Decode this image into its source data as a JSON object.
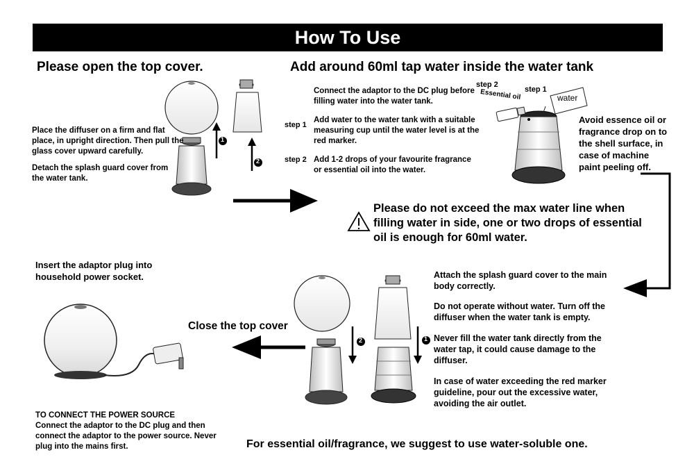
{
  "title": "How To Use",
  "step_open": {
    "heading": "Please open the top cover.",
    "text1": "Place the diffuser on a firm and flat place, in upright direction. Then pull the glass cover upward carefully.",
    "text2": "Detach the splash guard cover from the water tank."
  },
  "step_fill": {
    "heading": "Add around 60ml tap water inside the water tank",
    "intro": "Connect the adaptor to the DC plug before filling water into the water tank.",
    "step1_label": "step 1",
    "step1_text": "Add water to the water tank with a suitable measuring cup until the water level is at the red marker.",
    "step2_label": "step 2",
    "step2_text": "Add 1-2 drops of your favourite fragrance or essential oil into the water.",
    "diagram_step1": "step 1",
    "diagram_step2": "step 2",
    "essential_oil": "Essential oil",
    "water": "water",
    "avoid": "Avoid essence oil or fragrance drop on to the shell surface, in case of machine paint peeling off."
  },
  "warning": "Please do not exceed the max water line when filling water in side, one or two drops of essential oil is enough for 60ml water.",
  "step_close": {
    "label": "Close the top cover",
    "notes": [
      "Attach the splash guard cover to the main body correctly.",
      "Do not operate without water. Turn off the diffuser when the water tank is empty.",
      "Never fill the water tank directly from the water tap, it could cause damage to the diffuser.",
      "In case of water exceeding the red marker guideline, pour out the excessive water, avoiding the air outlet."
    ]
  },
  "step_power": {
    "heading": "Insert the adaptor plug into household power socket.",
    "sub_heading": "TO CONNECT THE POWER SOURCE",
    "text": "Connect the adaptor to the DC plug and then connect the adaptor to the power source. Never plug into the mains first."
  },
  "footer": "For essential oil/fragrance, we suggest to use water-soluble one.",
  "markers": [
    "1",
    "2"
  ]
}
